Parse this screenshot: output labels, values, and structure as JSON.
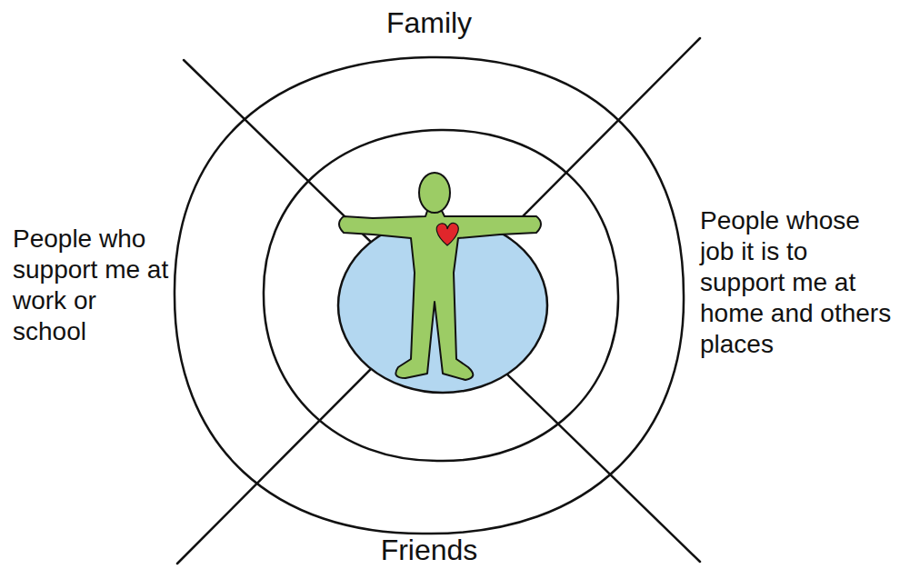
{
  "diagram": {
    "labels": [
      "Family",
      "People who support me at work or school",
      "People whose job it is to support me at home and others places",
      "Friends"
    ]
  }
}
